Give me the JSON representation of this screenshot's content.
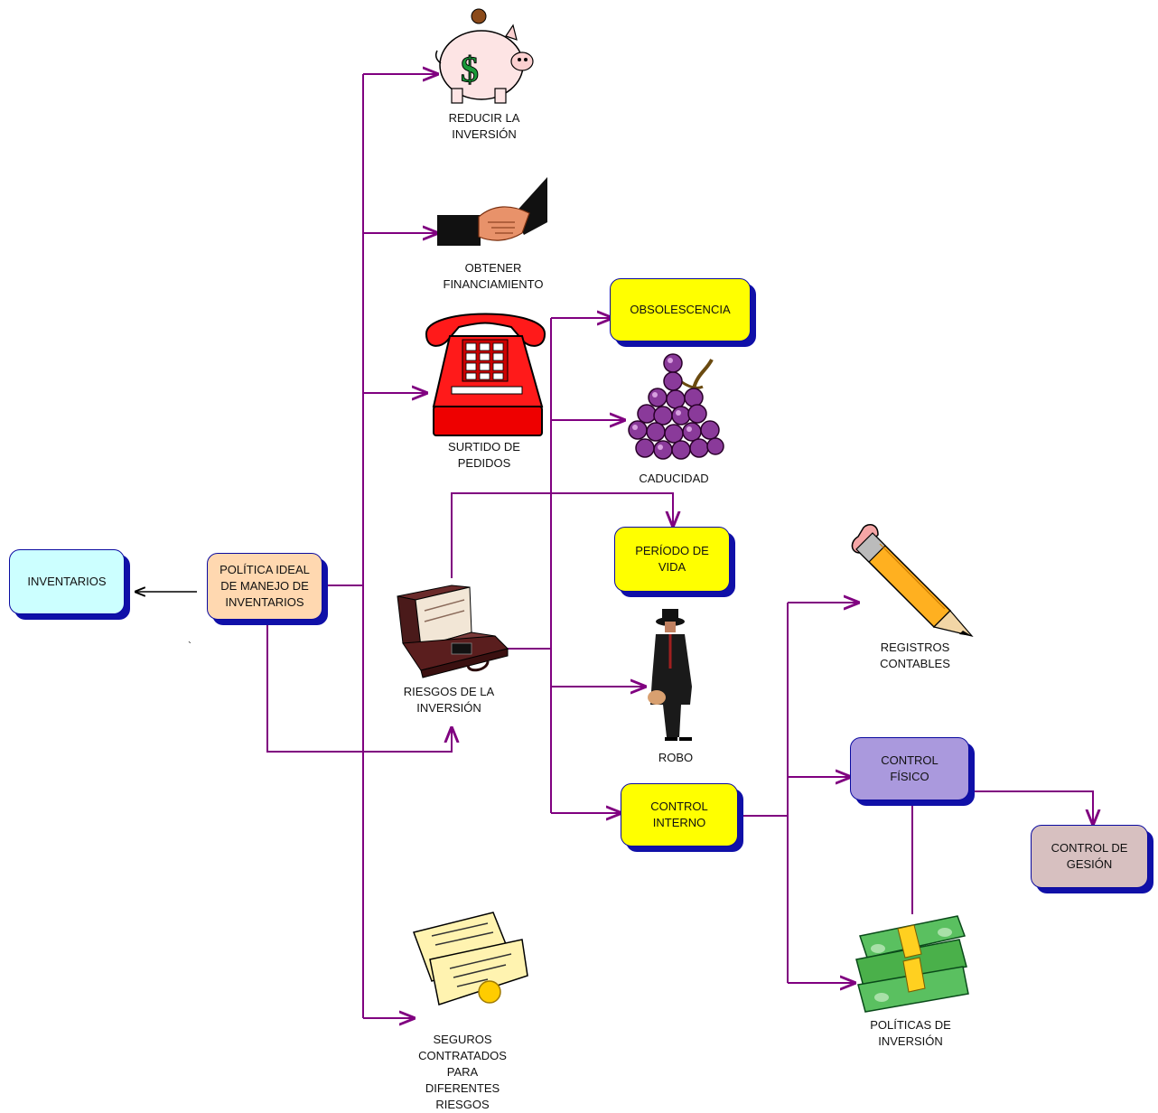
{
  "nodes": {
    "inventarios": "INVENTARIOS",
    "politica": "POLÍTICA IDEAL DE MANEJO DE INVENTARIOS",
    "obsolescencia": "OBSOLESCENCIA",
    "periodo": "PERÍODO DE VIDA",
    "control_interno": "CONTROL INTERNO",
    "control_fisico": "CONTROL FÍSICO",
    "control_gestion": "CONTROL DE GESIÓN"
  },
  "labels": {
    "reducir": "REDUCIR LA INVERSIÓN",
    "financiamiento": "OBTENER FINANCIAMIENTO",
    "surtido": "SURTIDO DE PEDIDOS",
    "caducidad": "CADUCIDAD",
    "riesgos": "RIESGOS DE LA INVERSIÓN",
    "robo": "ROBO",
    "registros": "REGISTROS CONTABLES",
    "politicas_inversion": "POLÍTICAS DE INVERSIÓN",
    "seguros": "SEGUROS CONTRATADOS PARA DIFERENTES RIESGOS",
    "stray": "`"
  },
  "icons": {
    "piggy": "piggy-bank-icon",
    "handshake": "handshake-icon",
    "telephone": "telephone-icon",
    "grapes": "grapes-icon",
    "briefcase": "briefcase-icon",
    "thief": "thief-icon",
    "pencil": "pencil-icon",
    "money": "money-stack-icon",
    "certificates": "certificates-icon"
  },
  "colors": {
    "connector": "#800080",
    "inventarios": "#ccffff",
    "politica": "#ffd8b0",
    "yellow": "#ffff00",
    "control_fisico": "#aa99dd",
    "control_gestion": "#d7c0c0",
    "shadow": "#1010a8"
  }
}
